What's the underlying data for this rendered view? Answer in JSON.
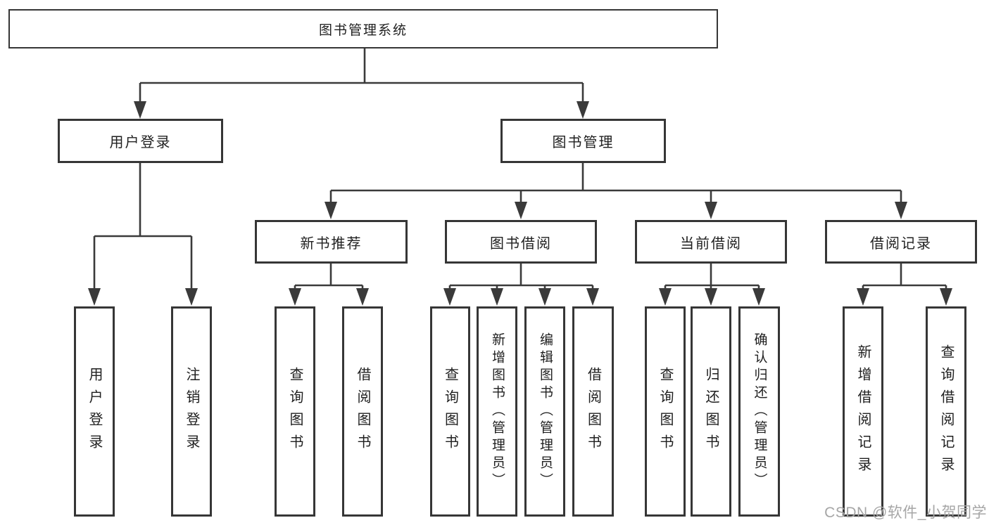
{
  "tree": {
    "root": {
      "label": "图书管理系统"
    },
    "children": [
      {
        "label": "用户登录",
        "children": [
          {
            "label": "用户登录"
          },
          {
            "label": "注销登录"
          }
        ]
      },
      {
        "label": "图书管理",
        "children": [
          {
            "label": "新书推荐",
            "children": [
              {
                "label": "查询图书"
              },
              {
                "label": "借阅图书"
              }
            ]
          },
          {
            "label": "图书借阅",
            "children": [
              {
                "label": "查询图书"
              },
              {
                "label": "新增图书（管理员）"
              },
              {
                "label": "编辑图书（管理员）"
              },
              {
                "label": "借阅图书"
              }
            ]
          },
          {
            "label": "当前借阅",
            "children": [
              {
                "label": "查询图书"
              },
              {
                "label": "归还图书"
              },
              {
                "label": "确认归还（管理员）"
              }
            ]
          },
          {
            "label": "借阅记录",
            "children": [
              {
                "label": "新增借阅记录"
              },
              {
                "label": "查询借阅记录"
              }
            ]
          }
        ]
      }
    ]
  },
  "watermark": {
    "text": "CSDN @软件_小贺同学"
  },
  "colors": {
    "line": "#3a3a3a",
    "box_border": "#363636",
    "box_background": "#ffffff",
    "text": "#1f1f1f",
    "watermark": "#a6a6a6"
  }
}
